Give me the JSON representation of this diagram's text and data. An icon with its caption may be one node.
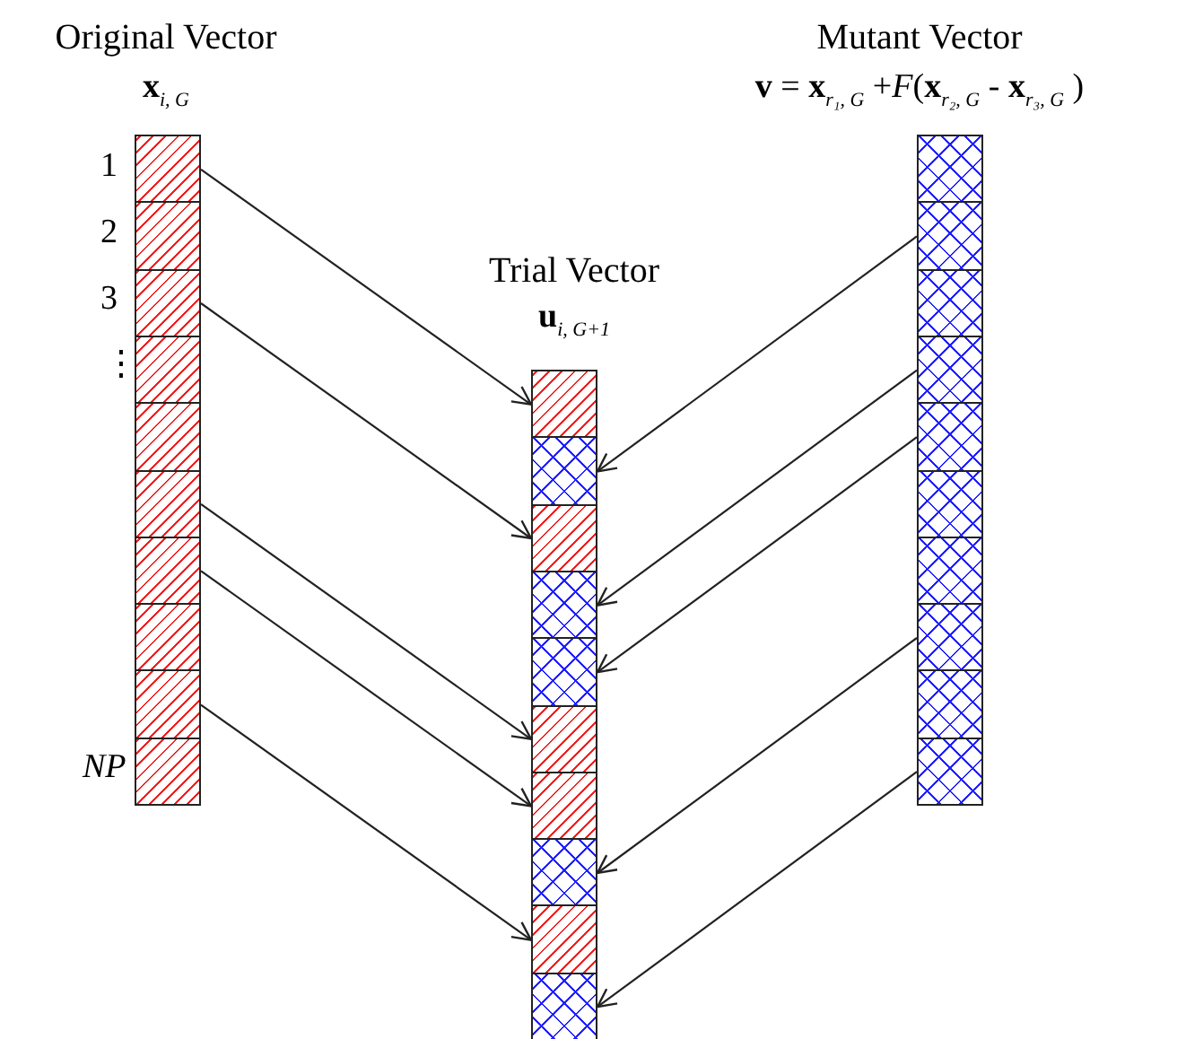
{
  "diagram": {
    "nodes": [
      {
        "text": [
          "Original Vector",
          "**x**$_{i, G}$"
        ]
      },
      {
        "text": [],
        "shape": "box",
        "in": 0
      },
      {
        "text": [],
        "shape": "box",
        "in": 0
      },
      {
        "text": [],
        "shape": "box",
        "in": 0
      },
      {
        "text": [],
        "shape": "box",
        "in": 0
      },
      {
        "text": [],
        "shape": "box",
        "in": 0
      },
      {
        "text": [],
        "shape": "box",
        "in": 0
      },
      {
        "text": [],
        "shape": "box",
        "in": 0
      },
      {
        "text": [],
        "shape": "box",
        "in": 0
      },
      {
        "text": [],
        "shape": "box",
        "in": 0
      },
      {
        "text": [],
        "shape": "box",
        "in": 0
      },
      {
        "text": [
          "Trial Vector",
          "**u**$_{i, G+1}$"
        ]
      },
      {
        "text": [],
        "shape": "box",
        "in": 11
      },
      {
        "text": [],
        "shape": "box",
        "in": 11
      },
      {
        "text": [],
        "shape": "box",
        "in": 11
      },
      {
        "text": [],
        "shape": "box",
        "in": 11
      },
      {
        "text": [],
        "shape": "box",
        "in": 11
      },
      {
        "text": [],
        "shape": "box",
        "in": 11
      },
      {
        "text": [],
        "shape": "box",
        "in": 11
      },
      {
        "text": [],
        "shape": "box",
        "in": 11
      },
      {
        "text": [],
        "shape": "box",
        "in": 11
      },
      {
        "text": [],
        "shape": "box",
        "in": 11
      },
      {
        "text": [
          "Mutant Vector",
          "**v** = **x**$_{r₁, G}$ +*F*(**x**$_{r₂, G}$ - **x**$_{r₃, G}$ )"
        ]
      },
      {
        "text": [],
        "shape": "box",
        "in": 22
      },
      {
        "text": [],
        "shape": "box",
        "in": 22
      },
      {
        "text": [],
        "shape": "box",
        "in": 22
      },
      {
        "text": [],
        "shape": "box",
        "in": 22
      },
      {
        "text": [],
        "shape": "box",
        "in": 22
      },
      {
        "text": [],
        "shape": "box",
        "in": 22
      },
      {
        "text": [],
        "shape": "box",
        "in": 22
      },
      {
        "text": [],
        "shape": "box",
        "in": 22
      },
      {
        "text": [],
        "shape": "box",
        "in": 22
      },
      {
        "text": [],
        "shape": "box",
        "in": 22
      }
    ],
    "edges": [
      {
        "from": 1,
        "to": 12,
        "arrow": "to"
      },
      {
        "from": 3,
        "to": 14,
        "arrow": "to"
      },
      {
        "from": 6,
        "to": 17,
        "arrow": "to"
      },
      {
        "from": 7,
        "to": 18,
        "arrow": "to"
      },
      {
        "from": 9,
        "to": 20,
        "arrow": "to"
      },
      {
        "from": 24,
        "to": 13,
        "arrow": "to"
      },
      {
        "from": 26,
        "to": 15,
        "arrow": "to"
      },
      {
        "from": 27,
        "to": 16,
        "arrow": "to"
      },
      {
        "from": 30,
        "to": 19,
        "arrow": "to"
      },
      {
        "from": 32,
        "to": 21,
        "arrow": "to"
      }
    ],
    "labels": [
      "1",
      "2",
      "3",
      "⋮",
      "NP"
    ]
  }
}
